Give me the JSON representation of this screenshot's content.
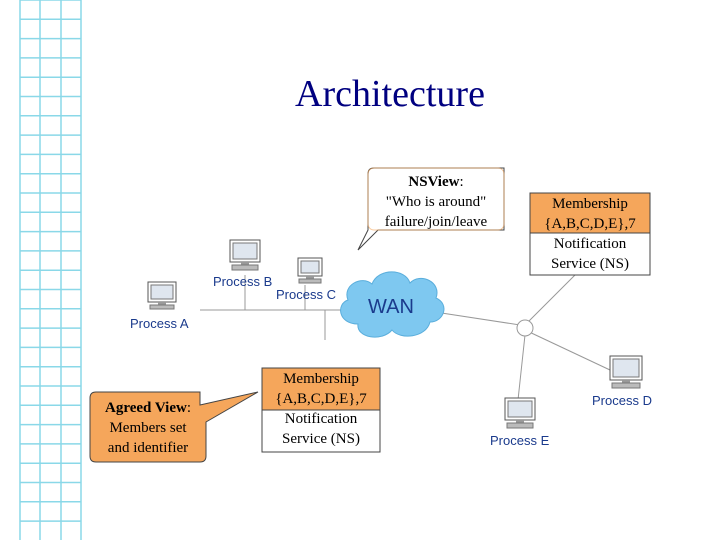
{
  "title": "Architecture",
  "callouts": {
    "nsview": {
      "line1_bold": "NSView",
      "line1_rest": ":",
      "line2": "\"Who is around\"",
      "line3": "failure/join/leave"
    },
    "membership_top": {
      "line1": "Membership",
      "line2": "{A,B,C,D,E},7",
      "line3": "Notification",
      "line4": "Service (NS)"
    },
    "membership_mid": {
      "line1": "Membership",
      "line2": "{A,B,C,D,E},7",
      "line3": "Notification",
      "line4": "Service (NS)"
    },
    "agreed_view": {
      "line1_bold": "Agreed View",
      "line1_rest": ":",
      "line2": "Members set",
      "line3": "and identifier"
    }
  },
  "network": {
    "wan_label": "WAN",
    "processes": [
      "Process A",
      "Process B",
      "Process C",
      "Process D",
      "Process E"
    ]
  },
  "colors": {
    "orange": "#f5a65b",
    "cloud": "#7ec8f0",
    "grid": "#8ad8e8",
    "text_blue": "#1a3a8c",
    "title": "#000080"
  }
}
